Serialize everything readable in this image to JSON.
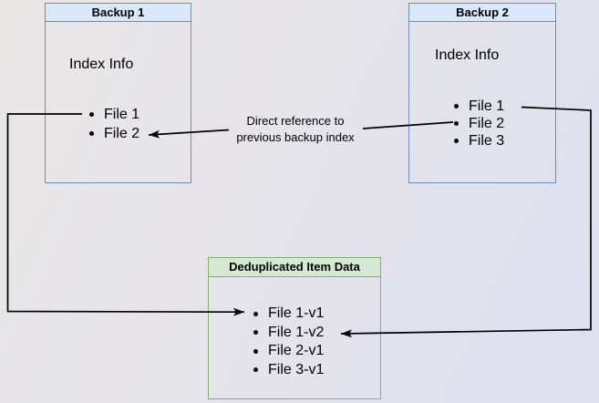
{
  "diagram": {
    "backup1": {
      "title": "Backup 1",
      "info": "Index Info",
      "files": [
        "File 1",
        "File 2"
      ]
    },
    "backup2": {
      "title": "Backup 2",
      "info": "Index Info",
      "files": [
        "File 1",
        "File 2",
        "File 3"
      ]
    },
    "dedup": {
      "title": "Deduplicated Item Data",
      "items": [
        "File 1-v1",
        "File 1-v2",
        "File 2-v1",
        "File 3-v1"
      ]
    },
    "annotation": {
      "line1": "Direct reference to",
      "line2": "previous backup index"
    },
    "colors": {
      "blue_border": "#6c8ebf",
      "blue_header_fill": "#dae8fc",
      "green_border": "#82b366",
      "green_header_fill": "#d5e8d4",
      "connector": "#000000"
    }
  }
}
